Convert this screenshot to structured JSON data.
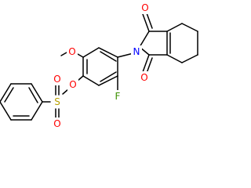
{
  "molecule": {
    "atoms": [
      {
        "label": "O",
        "color": "#ff0000"
      },
      {
        "label": "N",
        "color": "#0000ff"
      },
      {
        "label": "O",
        "color": "#ff0000"
      },
      {
        "label": "O",
        "color": "#ff0000"
      },
      {
        "label": "O",
        "color": "#ff0000"
      },
      {
        "label": "S",
        "color": "#b8a000"
      },
      {
        "label": "O",
        "color": "#ff0000"
      },
      {
        "label": "O",
        "color": "#ff0000"
      },
      {
        "label": "F",
        "color": "#3c9000"
      }
    ]
  }
}
